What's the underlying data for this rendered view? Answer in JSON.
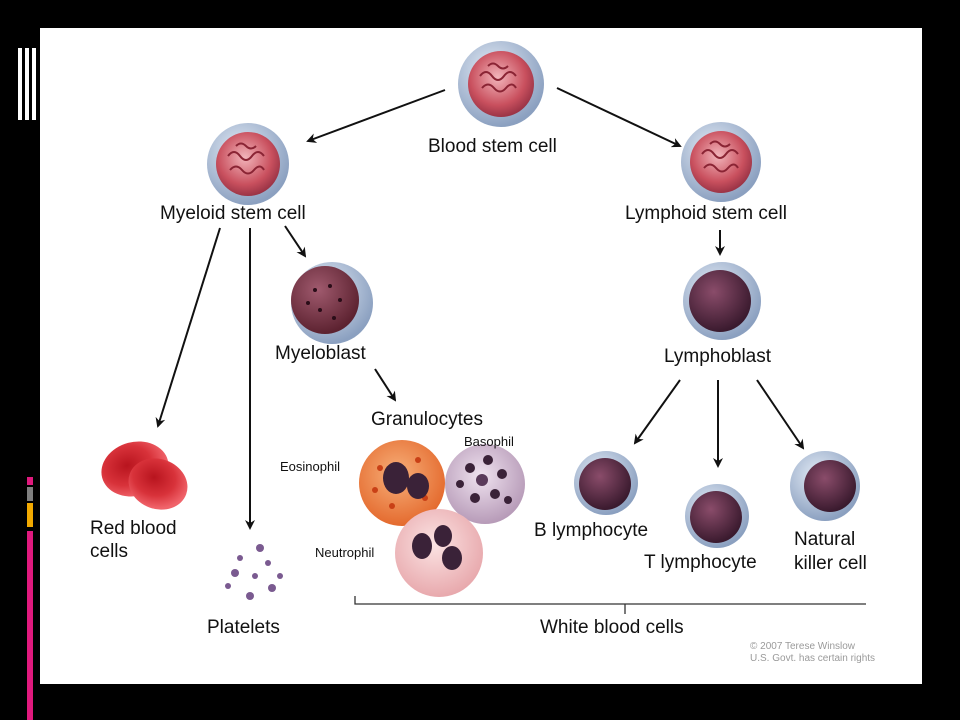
{
  "labels": {
    "blood_stem_cell": "Blood stem cell",
    "myeloid_stem_cell": "Myeloid stem cell",
    "lymphoid_stem_cell": "Lymphoid stem cell",
    "myeloblast": "Myeloblast",
    "lymphoblast": "Lymphoblast",
    "granulocytes": "Granulocytes",
    "basophil": "Basophil",
    "eosinophil": "Eosinophil",
    "neutrophil": "Neutrophil",
    "red_blood_cells_line1": "Red blood",
    "red_blood_cells_line2": "cells",
    "platelets": "Platelets",
    "b_lymphocyte": "B lymphocyte",
    "t_lymphocyte": "T lymphocyte",
    "natural_killer_line1": "Natural",
    "natural_killer_line2": "killer cell",
    "white_blood_cells": "White blood cells"
  },
  "credit": {
    "line1": "© 2007 Terese Winslow",
    "line2": "U.S. Govt. has certain rights"
  },
  "colors": {
    "background": "#000000",
    "slide": "#ffffff",
    "stem_outer": "#9cb0cc",
    "stem_inner": "#c9505e",
    "blast_inner": "#5a2a45",
    "red_cell": "#d8323a",
    "neutrophil": "#f1c8c8",
    "eosinophil": "#f0874a",
    "basophil": "#d9c7d9",
    "nucleus_dark": "#3a2238",
    "accent_pink": "#e0197d",
    "accent_orange": "#f2a900",
    "accent_gray": "#7f7f7f"
  }
}
